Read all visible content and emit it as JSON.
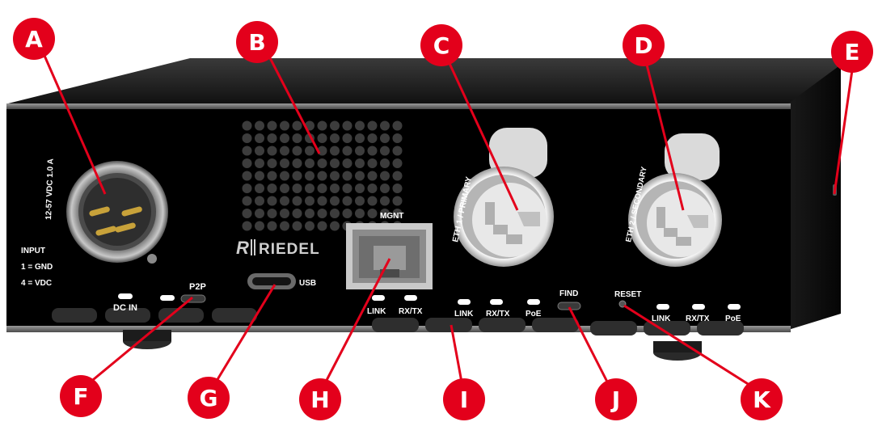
{
  "device": {
    "brand": "RIEDEL",
    "input_rating": "12-57 VDC 1.0 A",
    "input_title": "INPUT",
    "input_pin1": "1 = GND",
    "input_pin4": "4 = VDC",
    "dc_in": "DC IN",
    "p2p": "P2P",
    "usb": "USB",
    "mgnt": "MGNT",
    "mgnt_link": "LINK",
    "mgnt_rxtx": "RX/TX",
    "eth1_label": "ETH 1 / PRIMARY",
    "eth1_link": "LINK",
    "eth1_rxtx": "RX/TX",
    "eth1_poe": "PoE",
    "find": "FIND",
    "reset": "RESET",
    "eth2_label": "ETH 2 / SECONDARY",
    "eth2_link": "LINK",
    "eth2_rxtx": "RX/TX",
    "eth2_poe": "PoE"
  },
  "callouts": [
    "A",
    "B",
    "C",
    "D",
    "E",
    "F",
    "G",
    "H",
    "I",
    "J",
    "K"
  ],
  "colors": {
    "callout_red": "#e3001b",
    "chassis": "#0a0a0a",
    "faceplate": "#000000"
  }
}
